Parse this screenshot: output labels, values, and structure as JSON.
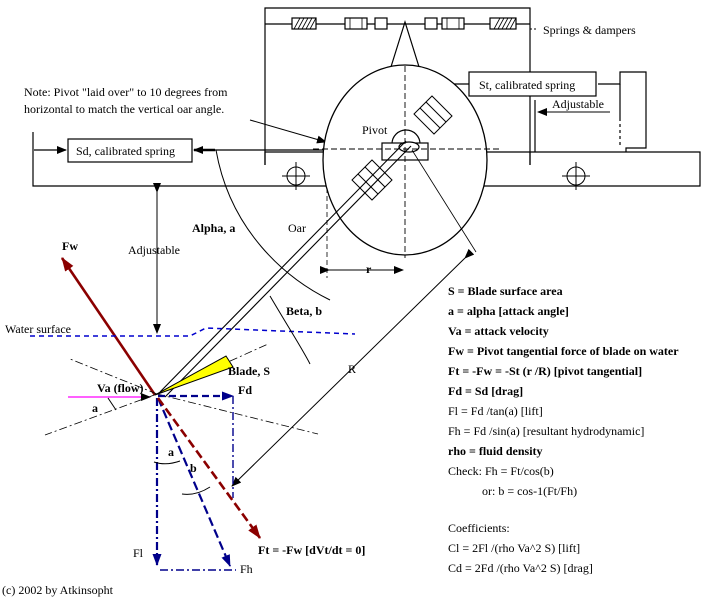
{
  "labels": {
    "springs_dampers": "Springs & dampers",
    "note_line1": "Note: Pivot \"laid over\" to 10 degrees from",
    "note_line2": "horizontal to match the vertical oar angle.",
    "st_spring": "St, calibrated spring",
    "adjustable_right": "Adjustable",
    "sd_spring": "Sd, calibrated spring",
    "pivot": "Pivot",
    "alpha": "Alpha, a",
    "oar": "Oar",
    "fw": "Fw",
    "adjustable_left": "Adjustable",
    "r_small": "r",
    "R_big": "R",
    "beta": "Beta, b",
    "water_surface": "Water surface",
    "blade": "Blade, S",
    "va_flow": "Va (flow)",
    "fd": "Fd",
    "a_small_1": "a",
    "a_small_2": "a",
    "b_small": "b",
    "fl": "Fl",
    "fh": "Fh",
    "ft_eq": "Ft = -Fw  [dVt/dt = 0]",
    "copyright": "(c) 2002 by Atkinsopht"
  },
  "legend": {
    "bold_lines": [
      "S = Blade surface area",
      "a = alpha [attack angle]",
      "Va = attack velocity",
      "Fw = Pivot tangential force of blade on water",
      "Ft = -Fw = -St (r /R)  [pivot tangential]",
      "Fd = Sd [drag]"
    ],
    "plain_lines": [
      "Fl = Fd /tan(a)  [lift]",
      "Fh = Fd /sin(a) [resultant hydrodynamic]"
    ],
    "rho_line": "rho = fluid density",
    "check_line1": "Check: Fh = Ft/cos(b)",
    "check_line2": "or: b = cos-1(Ft/Fh)",
    "coeff_title": "Coefficients:",
    "coeff_cl": "Cl = 2Fl /(rho Va^2 S) [lift]",
    "coeff_cd": "Cd = 2Fd /(rho Va^2 S) [drag]"
  },
  "colors": {
    "line": "#000000",
    "fw_arrow": "#8b0000",
    "ft_arrow": "#8b0000",
    "force_blue": "#00008b",
    "water_blue": "#0000cd",
    "blade_yellow": "#ffff00",
    "flow_magenta": "#ff00ff"
  }
}
